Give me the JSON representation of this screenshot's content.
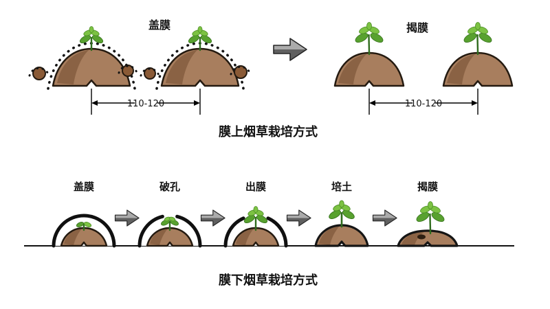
{
  "top_diagram": {
    "label_cover_film": "盖膜",
    "label_remove_film": "揭膜",
    "dimension_left": "110-120",
    "dimension_right": "110-120",
    "caption": "膜上烟草栽培方式"
  },
  "bottom_diagram": {
    "stages": [
      {
        "label": "盖膜"
      },
      {
        "label": "破孔"
      },
      {
        "label": "出膜"
      },
      {
        "label": "培土"
      },
      {
        "label": "揭膜"
      }
    ],
    "caption": "膜下烟草栽培方式"
  },
  "colors": {
    "soil": "#a87e5e",
    "soil_shadow": "#8a6244",
    "soil_outline": "#241a10",
    "clod": "#8a5a36",
    "film": "#101010",
    "leaf_dark": "#58a12f",
    "leaf_light": "#7cc243",
    "stem": "#2f6b1d",
    "arrow_gray": "#ababab",
    "arrow_shadow": "#606060"
  }
}
